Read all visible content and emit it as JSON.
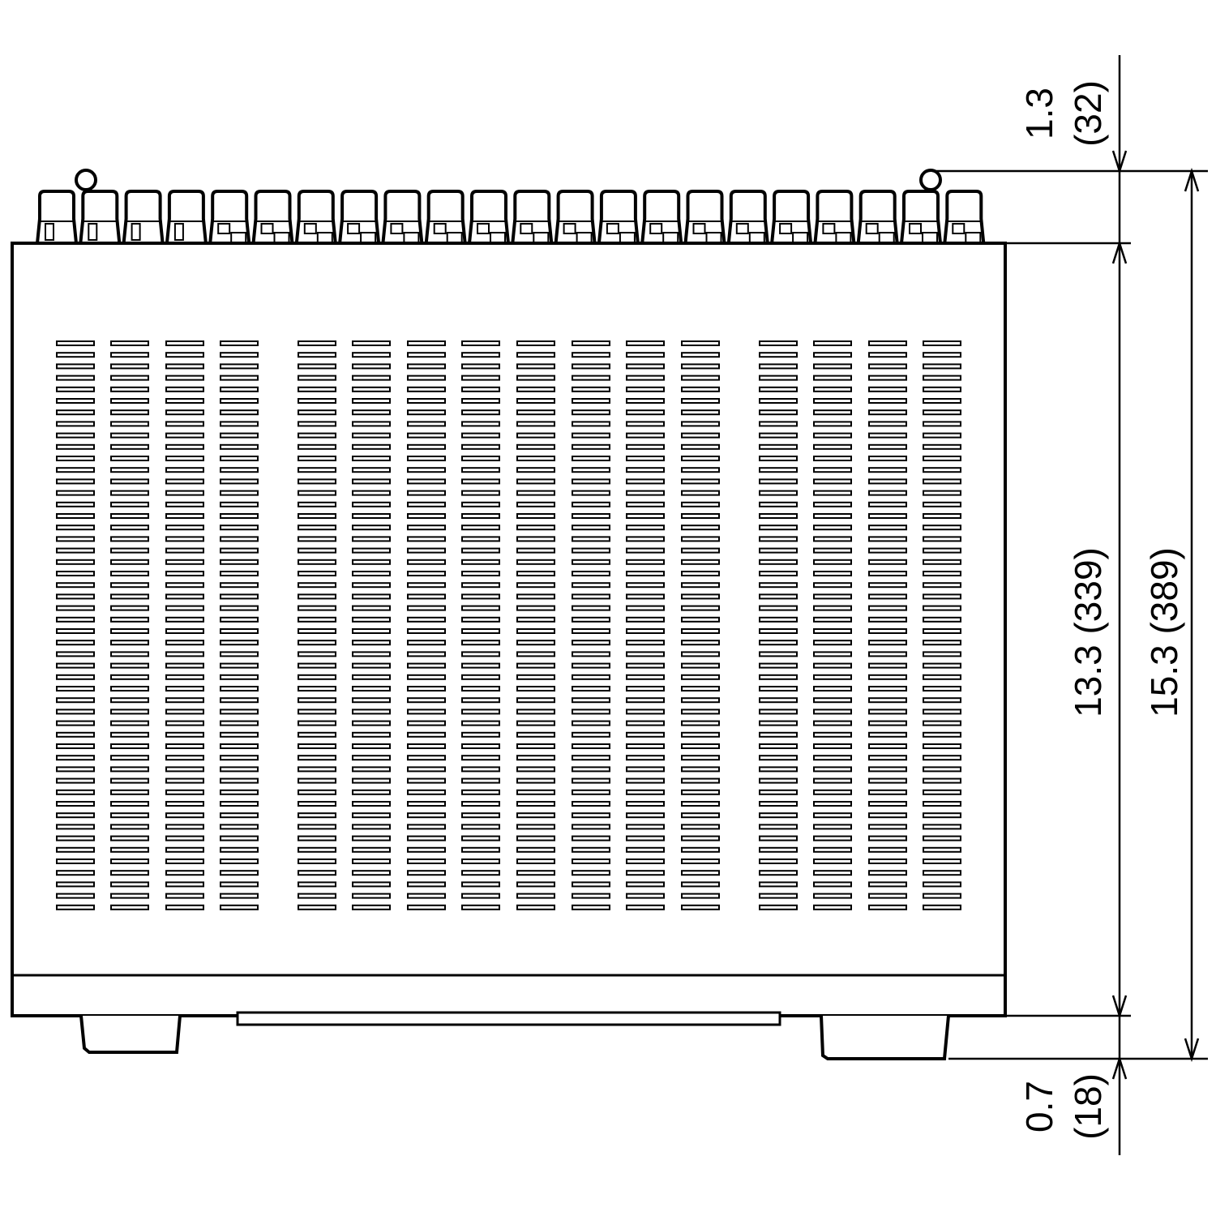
{
  "diagram": {
    "type": "dimension drawing, side view",
    "dimensions": {
      "top_protrusion": {
        "inch": "1.3",
        "mm": "(32)"
      },
      "body_height": {
        "label": "13.3 (339)"
      },
      "overall_height": {
        "label": "15.3 (389)"
      },
      "feet_height": {
        "inch": "0.7",
        "mm": "(18)"
      }
    },
    "connector_count": 22,
    "vent_columns": 16,
    "stroke_color": "#000000"
  }
}
